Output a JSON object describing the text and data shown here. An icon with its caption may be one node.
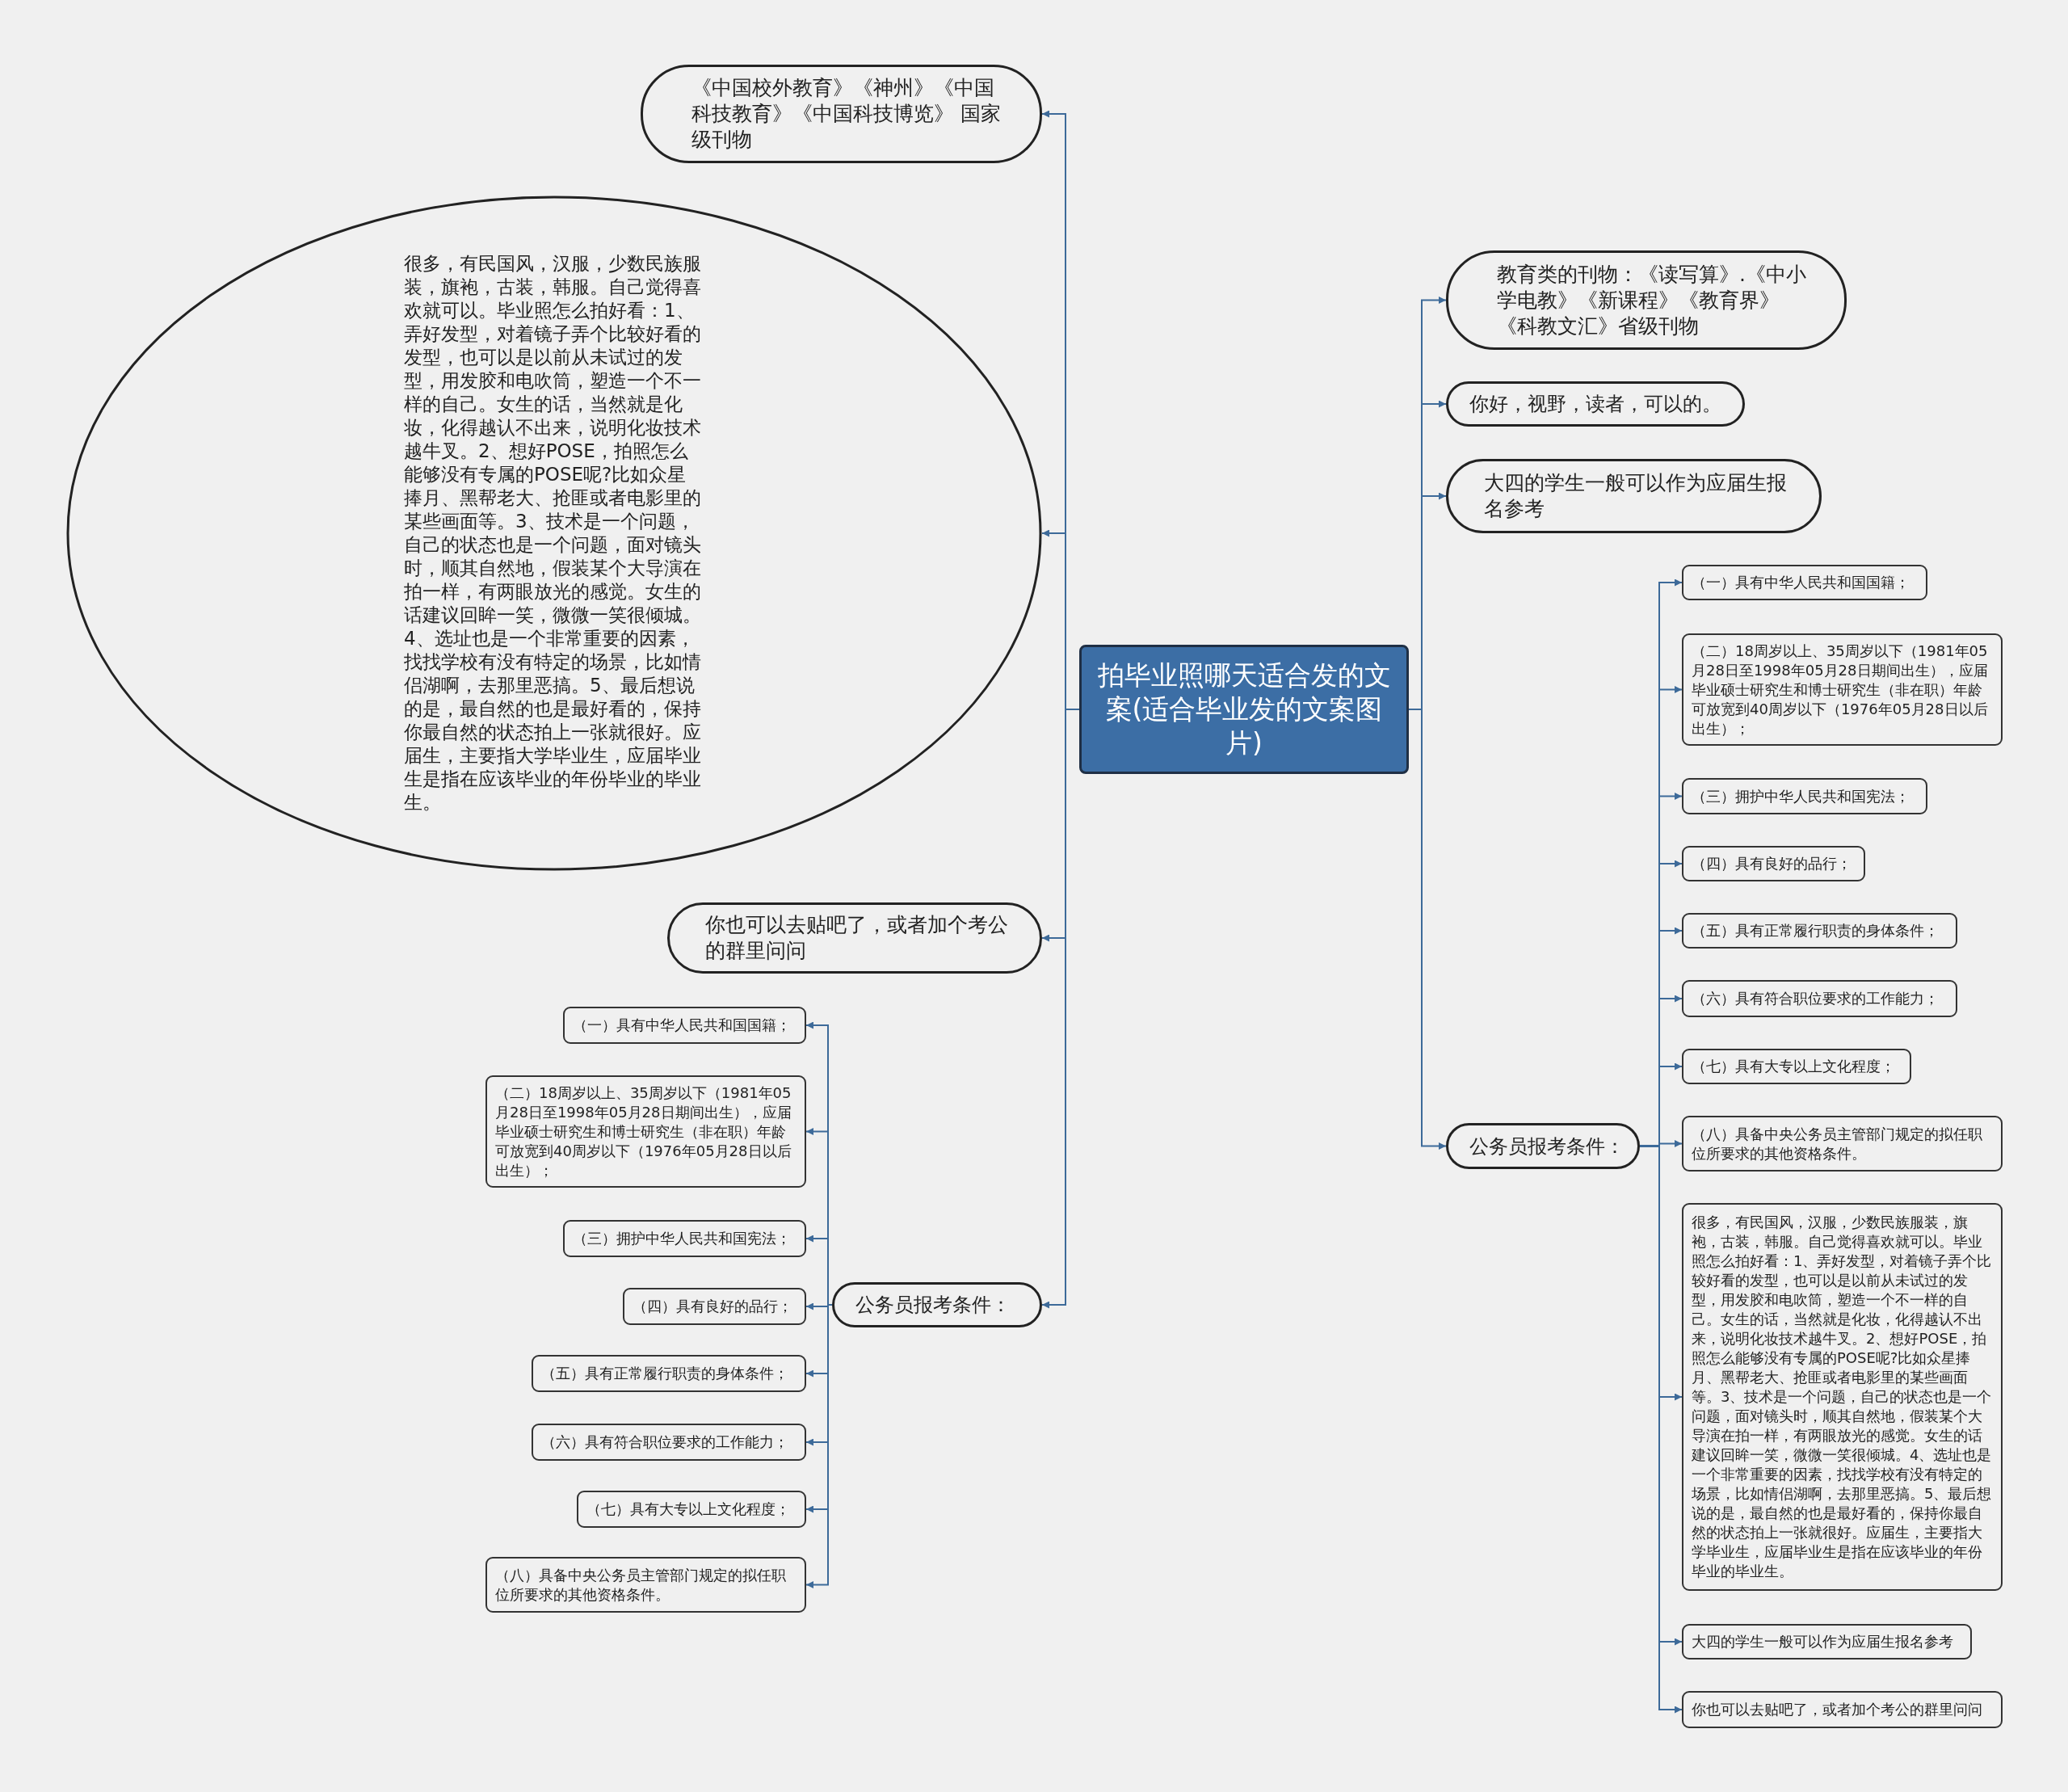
{
  "diagram": {
    "nodes": [
      {
        "text": [
          "拍毕业照哪天适合发的文案(适合毕业发的文案图片)"
        ]
      },
      {
        "text": [
          "《中国校外教育》《神州》《中国科技教育》《中国科技博览》 国家级刊物"
        ]
      },
      {
        "text": [
          "很多，有民国风，汉服，少数民族服装，旗袍，古装，韩服。自己觉得喜欢就可以。毕业照怎么拍好看：1、弄好发型，对着镜子弄个比较好看的发型，也可以是以前从未试过的发型，用发胶和电吹筒，塑造一个不一样的自己。女生的话，当然就是化妆，化得越认不出来，说明化妆技术越牛叉。2、想好POSE，拍照怎么能够没有专属的POSE呢?比如众星捧月、黑帮老大、抢匪或者电影里的某些画面等。3、技术是一个问题，自己的状态也是一个问题，面对镜头时，顺其自然地，假装某个大导演在拍一样，有两眼放光的感觉。女生的话建议回眸一笑，微微一笑很倾城。4、选址也是一个非常重要的因素，找找学校有没有特定的场景，比如情侣湖啊，去那里恶搞。5、最后想说的是，最自然的也是最好看的，保持你最自然的状态拍上一张就很好。应届生，主要指大学毕业生，应届毕业生是指在应该毕业的年份毕业的毕业生。"
        ]
      },
      {
        "text": [
          "你也可以去贴吧了，或者加个考公的群里问问"
        ]
      },
      {
        "text": [
          "公务员报考条件："
        ]
      },
      {
        "text": [
          "（一）具有中华人民共和国国籍；"
        ]
      },
      {
        "text": [
          "（二）18周岁以上、35周岁以下（1981年05月28日至1998年05月28日期间出生），应届毕业硕士研究生和博士研究生（非在职）年龄可放宽到40周岁以下（1976年05月28日以后出生）；"
        ]
      },
      {
        "text": [
          "（三）拥护中华人民共和国宪法；"
        ]
      },
      {
        "text": [
          "（四）具有良好的品行；"
        ]
      },
      {
        "text": [
          "（五）具有正常履行职责的身体条件；"
        ]
      },
      {
        "text": [
          "（六）具有符合职位要求的工作能力；"
        ]
      },
      {
        "text": [
          "（七）具有大专以上文化程度；"
        ]
      },
      {
        "text": [
          "（八）具备中央公务员主管部门规定的拟任职位所要求的其他资格条件。"
        ]
      },
      {
        "text": [
          "教育类的刊物：《读写算》.《中小学电教》《新课程》《教育界》《科教文汇》省级刊物"
        ]
      },
      {
        "text": [
          "你好，视野，读者，可以的。"
        ]
      },
      {
        "text": [
          "大四的学生一般可以作为应届生报名参考"
        ]
      },
      {
        "text": [
          "公务员报考条件："
        ]
      },
      {
        "text": [
          "（一）具有中华人民共和国国籍；"
        ]
      },
      {
        "text": [
          "（二）18周岁以上、35周岁以下（1981年05月28日至1998年05月28日期间出生），应届毕业硕士研究生和博士研究生（非在职）年龄可放宽到40周岁以下（1976年05月28日以后出生）；"
        ]
      },
      {
        "text": [
          "（三）拥护中华人民共和国宪法；"
        ]
      },
      {
        "text": [
          "（四）具有良好的品行；"
        ]
      },
      {
        "text": [
          "（五）具有正常履行职责的身体条件；"
        ]
      },
      {
        "text": [
          "（六）具有符合职位要求的工作能力；"
        ]
      },
      {
        "text": [
          "（七）具有大专以上文化程度；"
        ]
      },
      {
        "text": [
          "（八）具备中央公务员主管部门规定的拟任职位所要求的其他资格条件。"
        ]
      },
      {
        "text": [
          "很多，有民国风，汉服，少数民族服装，旗袍，古装，韩服。自己觉得喜欢就可以。毕业照怎么拍好看：1、弄好发型，对着镜子弄个比较好看的发型，也可以是以前从未试过的发型，用发胶和电吹筒，塑造一个不一样的自己。女生的话，当然就是化妆，化得越认不出来，说明化妆技术越牛叉。2、想好POSE，拍照怎么能够没有专属的POSE呢?比如众星捧月、黑帮老大、抢匪或者电影里的某些画面等。3、技术是一个问题，自己的状态也是一个问题，面对镜头时，顺其自然地，假装某个大导演在拍一样，有两眼放光的感觉。女生的话建议回眸一笑，微微一笑很倾城。4、选址也是一个非常重要的因素，找找学校有没有特定的场景，比如情侣湖啊，去那里恶搞。5、最后想说的是，最自然的也是最好看的，保持你最自然的状态拍上一张就很好。应届生，主要指大学毕业生，应届毕业生是指在应该毕业的年份毕业的毕业生。"
        ]
      },
      {
        "text": [
          "大四的学生一般可以作为应届生报名参考"
        ]
      },
      {
        "text": [
          "你也可以去贴吧了，或者加个考公的群里问问"
        ]
      }
    ],
    "edges": [
      {
        "from": 0,
        "to": 1,
        "arrow": "to"
      },
      {
        "from": 0,
        "to": 2,
        "arrow": "to"
      },
      {
        "from": 0,
        "to": 3,
        "arrow": "to"
      },
      {
        "from": 0,
        "to": 4,
        "arrow": "to"
      },
      {
        "from": 4,
        "to": 5,
        "arrow": "to"
      },
      {
        "from": 4,
        "to": 6,
        "arrow": "to"
      },
      {
        "from": 4,
        "to": 7,
        "arrow": "to"
      },
      {
        "from": 4,
        "to": 8,
        "arrow": "to"
      },
      {
        "from": 4,
        "to": 9,
        "arrow": "to"
      },
      {
        "from": 4,
        "to": 10,
        "arrow": "to"
      },
      {
        "from": 4,
        "to": 11,
        "arrow": "to"
      },
      {
        "from": 4,
        "to": 12,
        "arrow": "to"
      },
      {
        "from": 0,
        "to": 13,
        "arrow": "to"
      },
      {
        "from": 0,
        "to": 14,
        "arrow": "to"
      },
      {
        "from": 0,
        "to": 15,
        "arrow": "to"
      },
      {
        "from": 0,
        "to": 16,
        "arrow": "to"
      },
      {
        "from": 16,
        "to": 17,
        "arrow": "to"
      },
      {
        "from": 16,
        "to": 18,
        "arrow": "to"
      },
      {
        "from": 16,
        "to": 19,
        "arrow": "to"
      },
      {
        "from": 16,
        "to": 20,
        "arrow": "to"
      },
      {
        "from": 16,
        "to": 21,
        "arrow": "to"
      },
      {
        "from": 16,
        "to": 22,
        "arrow": "to"
      },
      {
        "from": 16,
        "to": 23,
        "arrow": "to"
      },
      {
        "from": 16,
        "to": 24,
        "arrow": "to"
      },
      {
        "from": 16,
        "to": 25,
        "arrow": "to"
      },
      {
        "from": 16,
        "to": 26,
        "arrow": "to"
      },
      {
        "from": 16,
        "to": 27,
        "arrow": "to"
      }
    ]
  }
}
